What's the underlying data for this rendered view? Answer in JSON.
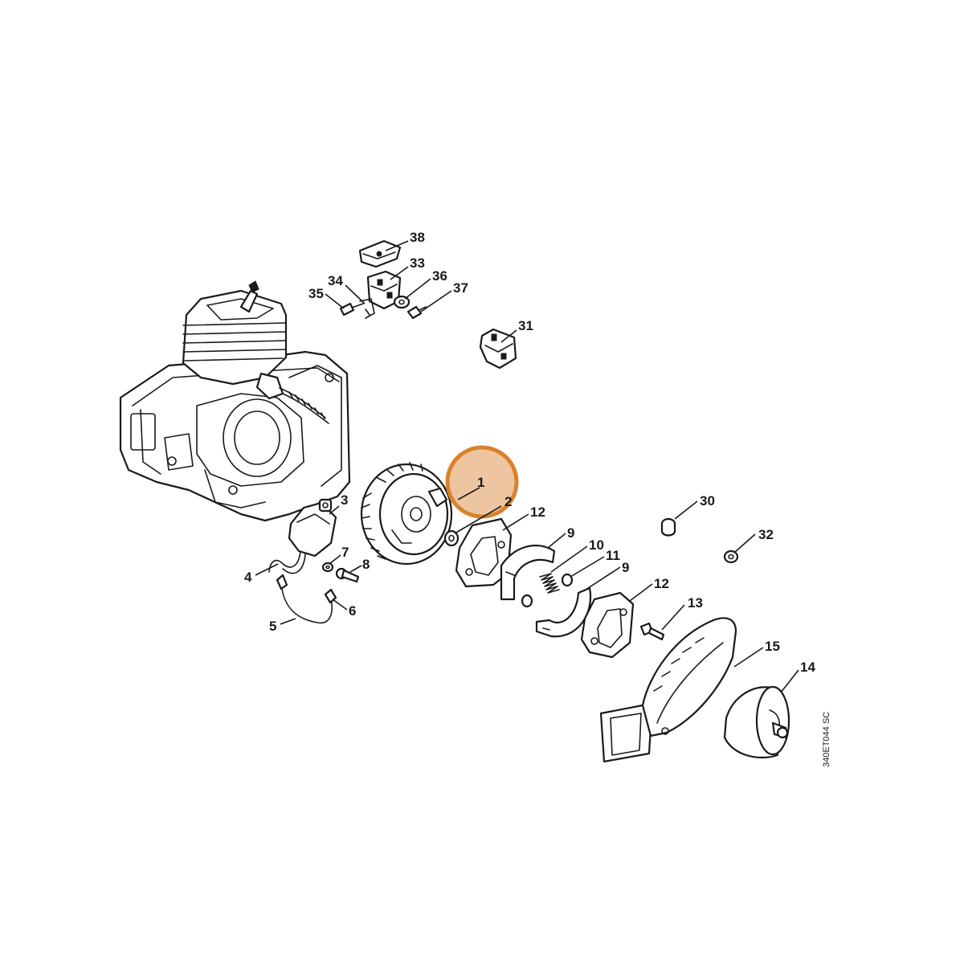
{
  "diagram": {
    "drawing_code": "340ET044 SC",
    "highlight_color": "#d9822b",
    "highlight_fill": "#e9b68a",
    "highlighted_part": "1",
    "parts": [
      {
        "id": "p1",
        "label": "1",
        "name": "flywheel"
      },
      {
        "id": "p2",
        "label": "2",
        "name": "nut"
      },
      {
        "id": "p3",
        "label": "3",
        "name": "ignition-module"
      },
      {
        "id": "p4",
        "label": "4",
        "name": "ignition-lead"
      },
      {
        "id": "p5",
        "label": "5",
        "name": "short-circuit-wire"
      },
      {
        "id": "p6",
        "label": "6",
        "name": "wire-terminal"
      },
      {
        "id": "p7",
        "label": "7",
        "name": "washer"
      },
      {
        "id": "p8",
        "label": "8",
        "name": "screw"
      },
      {
        "id": "p9a",
        "label": "9",
        "name": "clutch-shoe-upper"
      },
      {
        "id": "p9b",
        "label": "9",
        "name": "clutch-shoe-lower"
      },
      {
        "id": "p10",
        "label": "10",
        "name": "clutch-spring"
      },
      {
        "id": "p11",
        "label": "11",
        "name": "spacer"
      },
      {
        "id": "p12a",
        "label": "12",
        "name": "clutch-carrier-plate-front"
      },
      {
        "id": "p12b",
        "label": "12",
        "name": "clutch-carrier-plate-rear"
      },
      {
        "id": "p13",
        "label": "13",
        "name": "clutch-screw"
      },
      {
        "id": "p14",
        "label": "14",
        "name": "clutch-drum"
      },
      {
        "id": "p15",
        "label": "15",
        "name": "cover"
      },
      {
        "id": "p30",
        "label": "30",
        "name": "sleeve"
      },
      {
        "id": "p31",
        "label": "31",
        "name": "clip"
      },
      {
        "id": "p32",
        "label": "32",
        "name": "washer-small"
      },
      {
        "id": "p33",
        "label": "33",
        "name": "contact-spring-holder"
      },
      {
        "id": "p34",
        "label": "34",
        "name": "contact-spring"
      },
      {
        "id": "p35",
        "label": "35",
        "name": "screw-small"
      },
      {
        "id": "p36",
        "label": "36",
        "name": "washer-plate"
      },
      {
        "id": "p37",
        "label": "37",
        "name": "screw-right"
      },
      {
        "id": "p38",
        "label": "38",
        "name": "cap"
      }
    ]
  }
}
